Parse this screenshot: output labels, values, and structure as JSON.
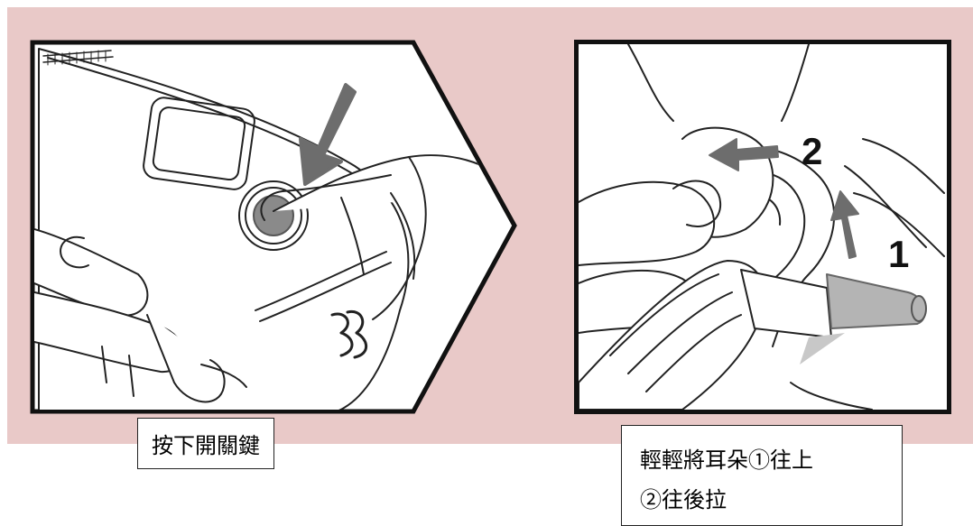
{
  "step1": {
    "caption": "按下開關鍵",
    "icons": [
      "hand-icon",
      "thermometer-icon",
      "press-arrow-icon"
    ]
  },
  "step2": {
    "caption_line1": "輕輕將耳朵①往上",
    "caption_line2": "②往後拉",
    "marker_1": "1",
    "marker_2": "2",
    "icons": [
      "ear-icon",
      "hand-icon",
      "pull-up-arrow-icon",
      "pull-back-arrow-icon",
      "probe-icon"
    ]
  },
  "colors": {
    "band": "#e9c9c8",
    "arrow": "#6d6d6d",
    "button": "#8a8a8a",
    "probe": "#b4b4b4",
    "outline": "#111111"
  }
}
